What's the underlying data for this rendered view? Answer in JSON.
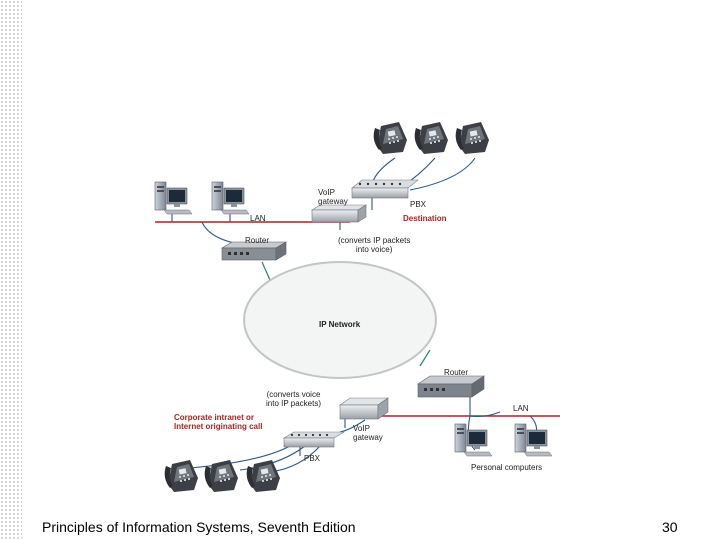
{
  "diagram": {
    "labels": {
      "voip_gateway_top": "VoIP\ngateway",
      "pbx_top": "PBX",
      "destination": "Destination",
      "lan_top": "LAN",
      "router_top": "Router",
      "converts_ip_to_voice": "(converts IP packets\ninto voice)",
      "ip_network": "IP Network",
      "router_bottom": "Router",
      "converts_voice_to_ip": "(converts voice\ninto IP packets)",
      "corporate_intranet": "Corporate intranet or\nInternet originating call",
      "lan_bottom": "LAN",
      "voip_gateway_bottom": "VoIP\ngateway",
      "pbx_bottom": "PBX",
      "personal_computers": "Personal computers"
    }
  },
  "footer": {
    "title": "Principles of Information Systems, Seventh Edition",
    "page_number": "30"
  },
  "colors": {
    "lan_line": "#b22222",
    "cable": "#2a5a8a",
    "router_link": "#2e8b7a",
    "red_label": "#b22222"
  }
}
